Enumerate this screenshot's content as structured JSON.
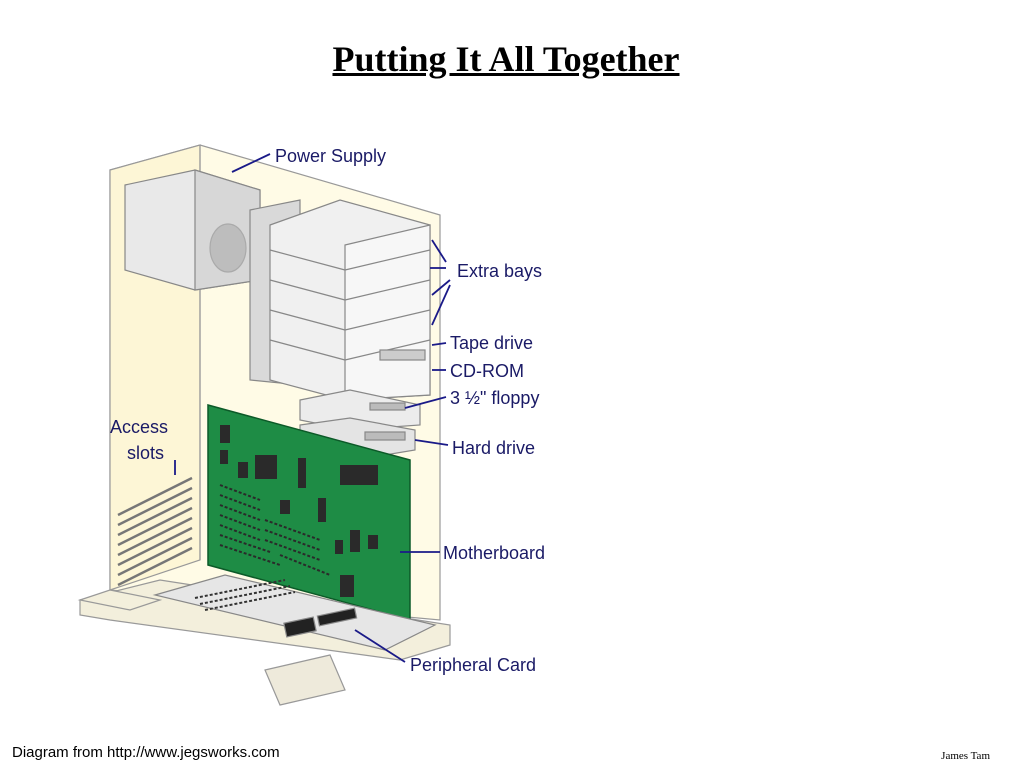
{
  "slide": {
    "title": "Putting It All Together",
    "credit": "Diagram from http://www.jegsworks.com",
    "author": "James Tam"
  },
  "diagram": {
    "labels": {
      "power_supply": "Power Supply",
      "extra_bays": "Extra bays",
      "tape_drive": "Tape drive",
      "cd_rom": "CD-ROM",
      "floppy": "3 ½\" floppy",
      "hard_drive": "Hard drive",
      "access_slots_line1": "Access",
      "access_slots_line2": "slots",
      "motherboard": "Motherboard",
      "peripheral_card": "Peripheral Card"
    },
    "colors": {
      "case": "#fffbe6",
      "board": "#1e8c45",
      "leader": "#1a1a88",
      "outline": "#888888"
    }
  }
}
